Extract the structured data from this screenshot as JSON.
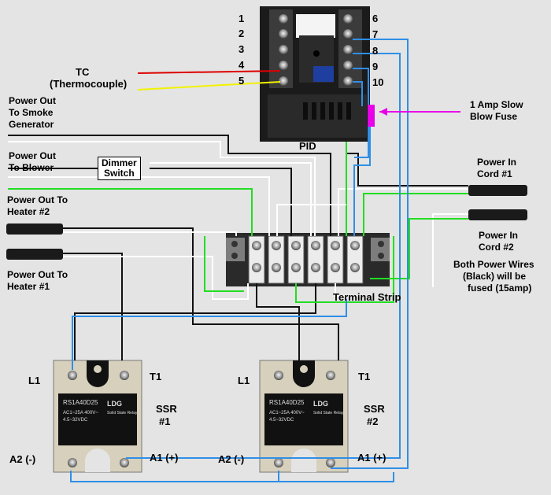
{
  "pid": {
    "label": "PID",
    "terminal_numbers_left": [
      "1",
      "2",
      "3",
      "4",
      "5"
    ],
    "terminal_numbers_right": [
      "6",
      "7",
      "8",
      "9",
      "10"
    ]
  },
  "thermocouple": {
    "line1": "TC",
    "line2": "(Thermocouple)"
  },
  "fuse": {
    "line1": "1 Amp Slow",
    "line2": "Blow Fuse"
  },
  "outputs": {
    "smoke": {
      "line1": "Power Out",
      "line2": "To Smoke",
      "line3": "Generator"
    },
    "blower": {
      "line1": "Power Out",
      "line2": "To Blower"
    },
    "heater2": {
      "line1": "Power Out To",
      "line2": "Heater #2"
    },
    "heater1": {
      "line1": "Power Out To",
      "line2": "Heater #1"
    }
  },
  "dimmer": {
    "line1": "Dimmer",
    "line2": "Switch"
  },
  "power_in": {
    "cord1": {
      "line1": "Power In",
      "line2": "Cord #1"
    },
    "cord2": {
      "line1": "Power In",
      "line2": "Cord #2"
    },
    "note": {
      "line1": "Both Power Wires",
      "line2": "(Black) will be",
      "line3": "fused (15amp)"
    }
  },
  "terminal_strip": {
    "label": "Terminal Strip"
  },
  "ssr1": {
    "l1": "L1",
    "t1": "T1",
    "label_line1": "SSR",
    "label_line2": "#1",
    "a2": "A2 (-)",
    "a1": "A1 (+)",
    "model": "RS1A40D25",
    "spec1": "AC1~25A 400V~",
    "spec2": "4.5~32VDC",
    "brand": "LDG",
    "brand_sub": "Solid State Relay"
  },
  "ssr2": {
    "l1": "L1",
    "t1": "T1",
    "label_line1": "SSR",
    "label_line2": "#2",
    "a2": "A2 (-)",
    "a1": "A1 (+)",
    "model": "RS1A40D25",
    "spec1": "AC1~25A 400V~",
    "spec2": "4.5~32VDC",
    "brand": "LDG",
    "brand_sub": "Solid State Relay"
  },
  "colors": {
    "background": "#e4e4e4",
    "wire_black": "#111111",
    "wire_white": "#ffffff",
    "wire_green": "#22dd22",
    "wire_blue": "#2f8fe6",
    "wire_red": "#dd0000",
    "wire_yellow": "#f2f200",
    "fuse": "#e800e8",
    "cord": "#1a1a1a"
  }
}
